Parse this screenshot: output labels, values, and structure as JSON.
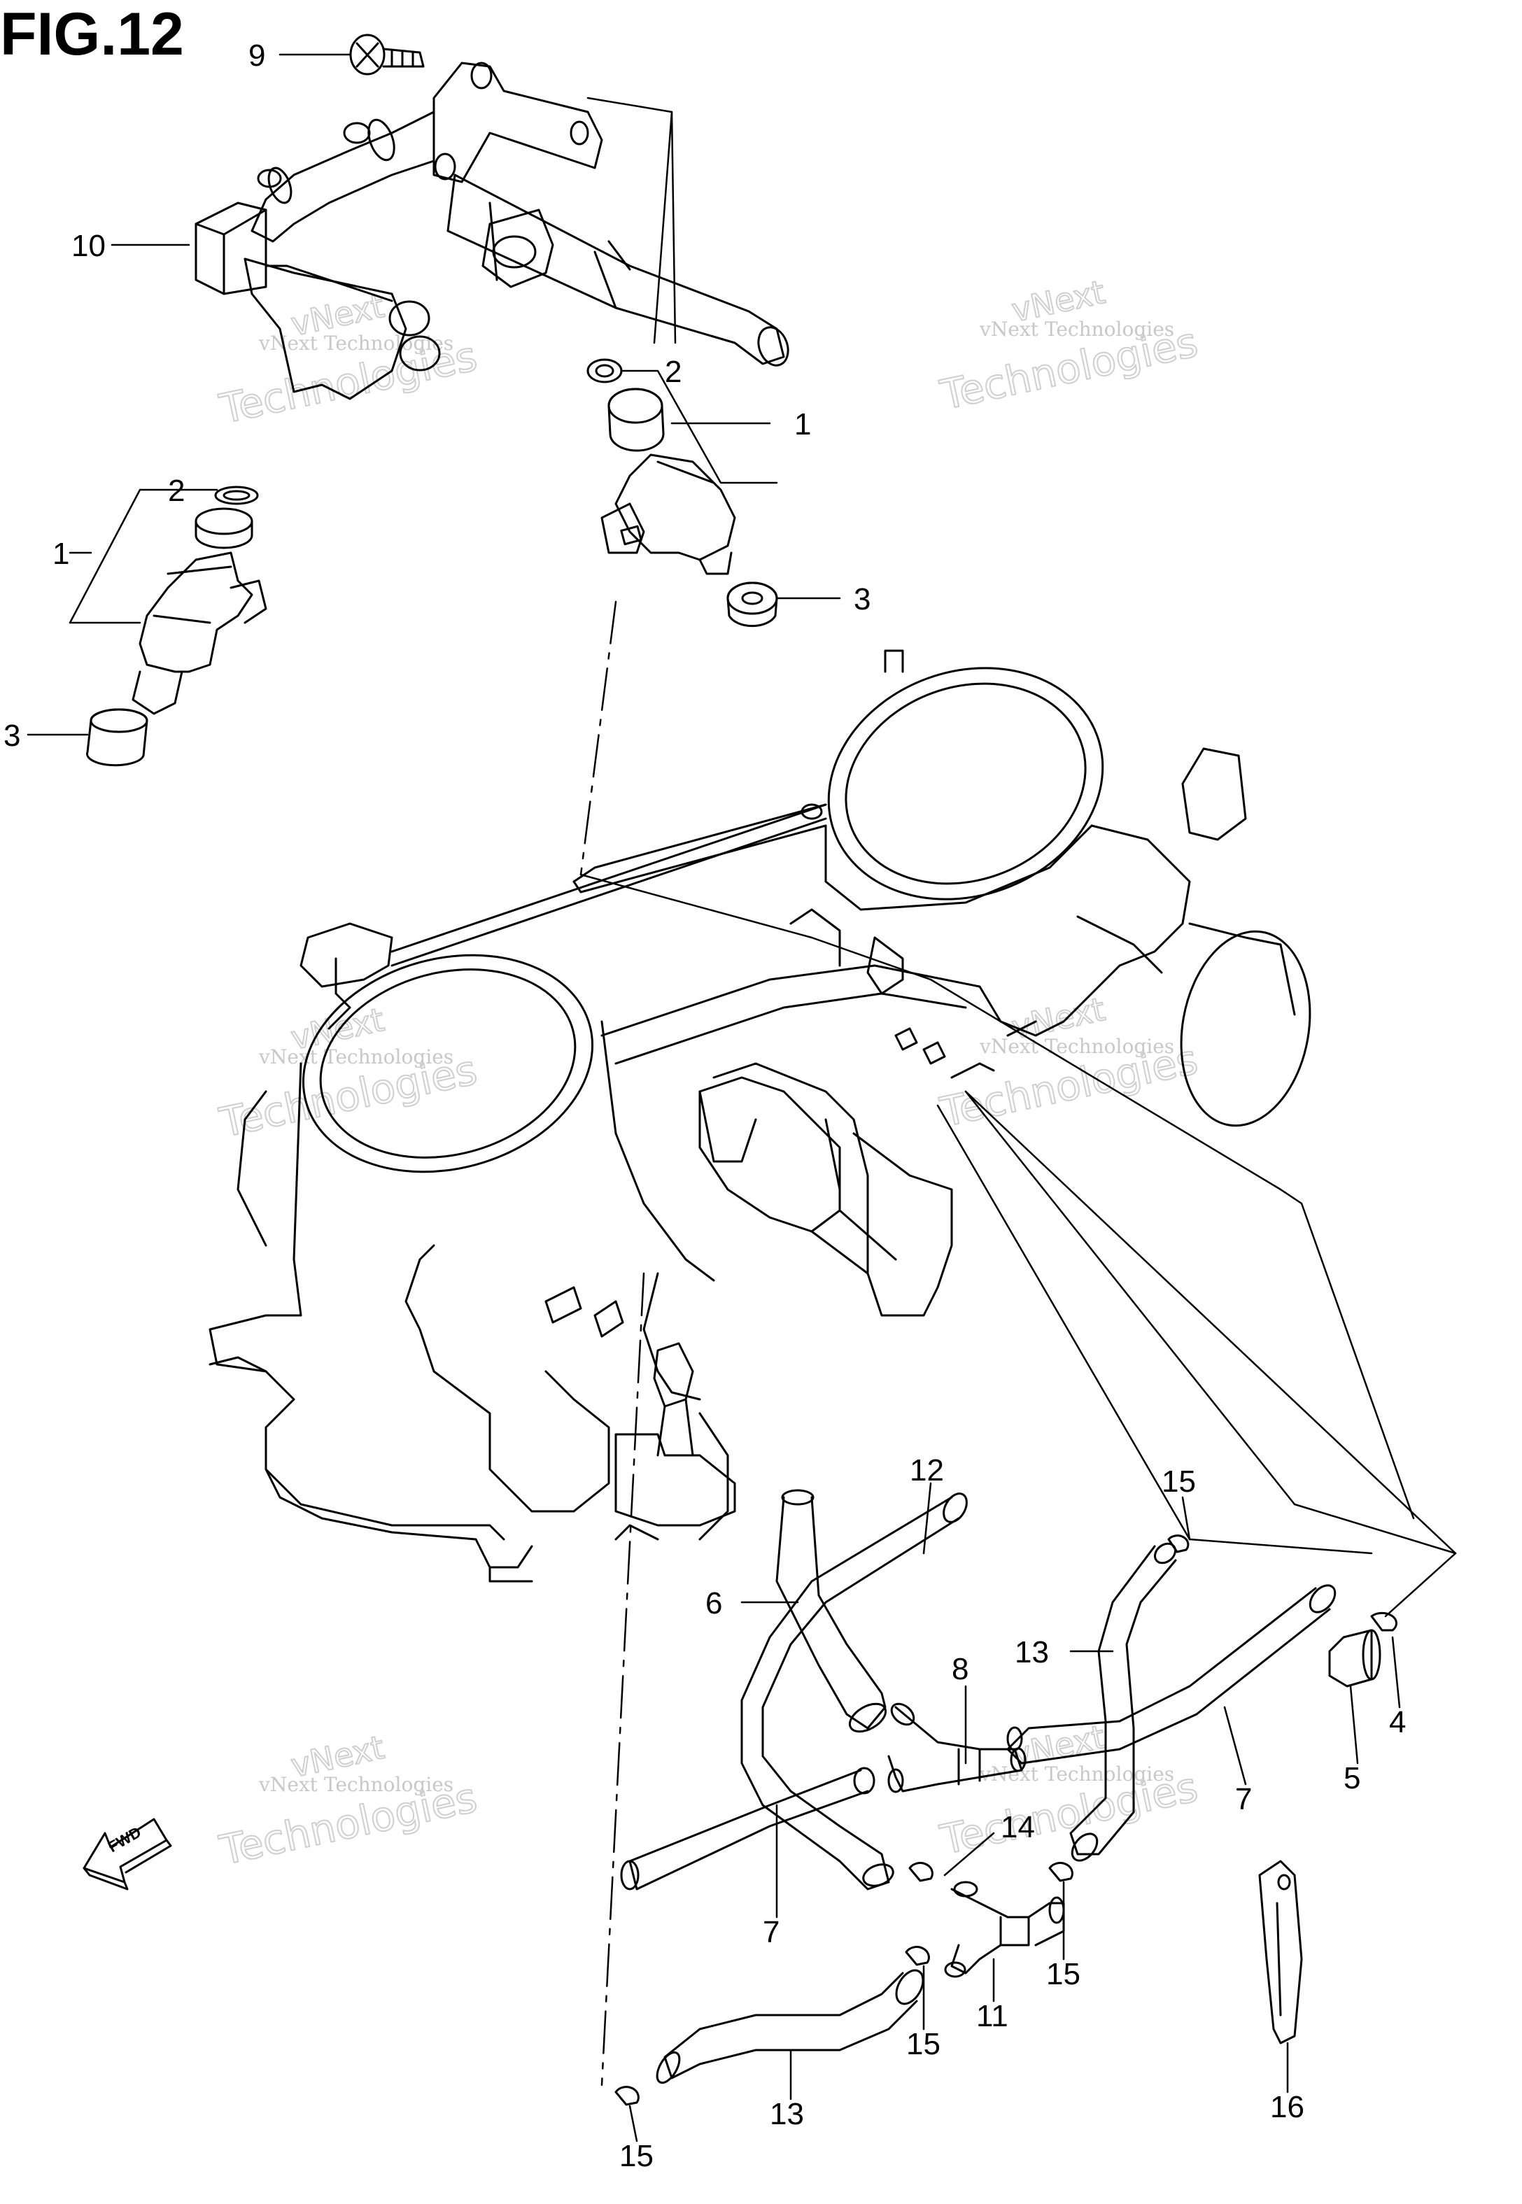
{
  "figure": {
    "title": "FIG.12"
  },
  "fwd_label": "FWD",
  "callouts": [
    {
      "id": "c9",
      "label": "9"
    },
    {
      "id": "c10",
      "label": "10"
    },
    {
      "id": "c2a",
      "label": "2"
    },
    {
      "id": "c1a",
      "label": "1"
    },
    {
      "id": "c3a",
      "label": "3"
    },
    {
      "id": "c2b",
      "label": "2"
    },
    {
      "id": "c1b",
      "label": "1"
    },
    {
      "id": "c3b",
      "label": "3"
    },
    {
      "id": "c12",
      "label": "12"
    },
    {
      "id": "c6",
      "label": "6"
    },
    {
      "id": "c15a",
      "label": "15"
    },
    {
      "id": "c13a",
      "label": "13"
    },
    {
      "id": "c8",
      "label": "8"
    },
    {
      "id": "c4",
      "label": "4"
    },
    {
      "id": "c5",
      "label": "5"
    },
    {
      "id": "c7a",
      "label": "7"
    },
    {
      "id": "c14",
      "label": "14"
    },
    {
      "id": "c7b",
      "label": "7"
    },
    {
      "id": "c15b",
      "label": "15"
    },
    {
      "id": "c11",
      "label": "11"
    },
    {
      "id": "c15c",
      "label": "15"
    },
    {
      "id": "c13b",
      "label": "13"
    },
    {
      "id": "c16",
      "label": "16"
    },
    {
      "id": "c15d",
      "label": "15"
    }
  ],
  "watermarks": [
    {
      "line1": "vNext Technologies",
      "line2": "Technologies",
      "line3": "vNext"
    },
    {
      "line1": "vNext Technologies",
      "line2": "Technologies",
      "line3": "vNext"
    },
    {
      "line1": "vNext Technologies",
      "line2": "Technologies",
      "line3": "vNext"
    },
    {
      "line1": "vNext Technologies",
      "line2": "Technologies",
      "line3": "vNext"
    },
    {
      "line1": "vNext Technologies",
      "line2": "Technologies",
      "line3": "vNext"
    },
    {
      "line1": "vNext Technologies",
      "line2": "Technologies",
      "line3": "vNext"
    }
  ],
  "colors": {
    "line": "#000000",
    "watermark": "#c8c8c8"
  }
}
